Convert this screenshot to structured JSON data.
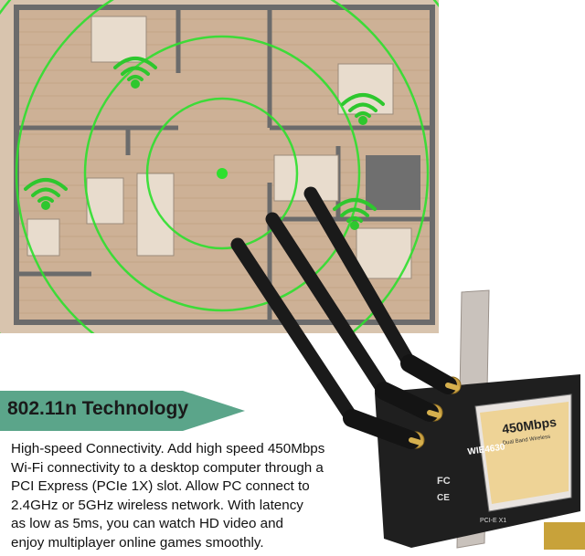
{
  "banner": {
    "title": "802.11n Technology",
    "fill_color": "#5ba58a"
  },
  "description": {
    "lines": [
      "High-speed Connectivity. Add high speed 450Mbps",
      "Wi-Fi connectivity to a desktop computer through a",
      "PCI Express (PCIe 1X) slot. Allow PC connect to",
      "2.4GHz or 5GHz wireless network. With latency",
      "as low as 5ms, you can watch HD video and",
      "enjoy multiplayer online games smoothly."
    ]
  },
  "product": {
    "chip_speed": "450Mbps",
    "chip_model": "WIE4630",
    "chip_subtitle": "Dual Band Wireless",
    "board_label": "PCI-E X1",
    "fcc_mark": "FC",
    "ce_mark": "CE"
  },
  "colors": {
    "signal_green": "#2ee02e",
    "floor_tan": "#cdb196",
    "wall_gray": "#6b6b6b"
  }
}
